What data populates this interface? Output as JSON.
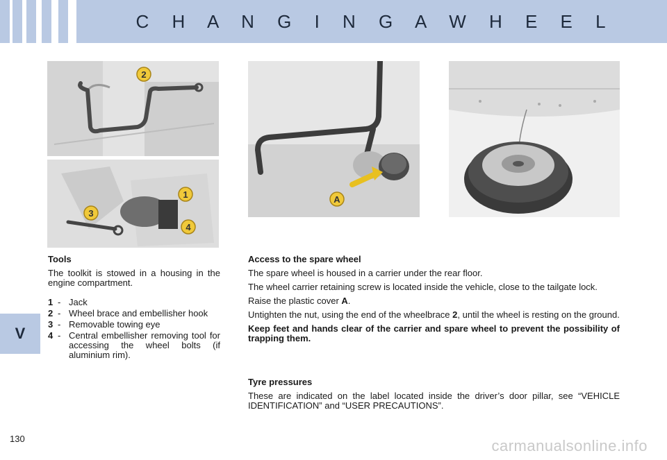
{
  "header": {
    "title": "C H A N G I N G   A   W H E E L"
  },
  "side_tab": {
    "label": "V"
  },
  "photos": {
    "tools_top": {
      "callout_2": "2"
    },
    "tools_bottom": {
      "callout_1": "1",
      "callout_3": "3",
      "callout_4": "4"
    },
    "carrier": {
      "callout_a": "A"
    }
  },
  "tools": {
    "heading": "Tools",
    "intro": "The toolkit is stowed in a housing in the engine compartment.",
    "items": [
      {
        "num": "1",
        "sep": "-",
        "desc": "Jack"
      },
      {
        "num": "2",
        "sep": "-",
        "desc": "Wheel brace and embellisher hook"
      },
      {
        "num": "3",
        "sep": "-",
        "desc": "Removable towing eye"
      },
      {
        "num": "4",
        "sep": "-",
        "desc": "Central embellisher removing tool for accessing the wheel bolts (if aluminium rim)."
      }
    ]
  },
  "access": {
    "heading": "Access to the spare wheel",
    "p1": "The spare wheel is housed in a carrier under the rear floor.",
    "p2": "The wheel carrier retaining screw is located inside the vehicle, close to the tailgate lock.",
    "p3_pre": "Raise the plastic cover ",
    "p3_bold": "A",
    "p3_post": ".",
    "p4_pre": "Untighten the nut, using the end of the wheelbrace ",
    "p4_bold": "2",
    "p4_post": ", until the wheel is resting on the ground.",
    "warning": "Keep feet and hands clear of the carrier and spare wheel to prevent the possibility of trapping them."
  },
  "tyres": {
    "heading": "Tyre pressures",
    "body": "These are indicated on the label located inside the driver’s door pillar, see “VEHICLE IDENTIFICATION” and “USER PRECAUTIONS”."
  },
  "footer": {
    "page_number": "130",
    "watermark": "carmanualsonline.info"
  }
}
